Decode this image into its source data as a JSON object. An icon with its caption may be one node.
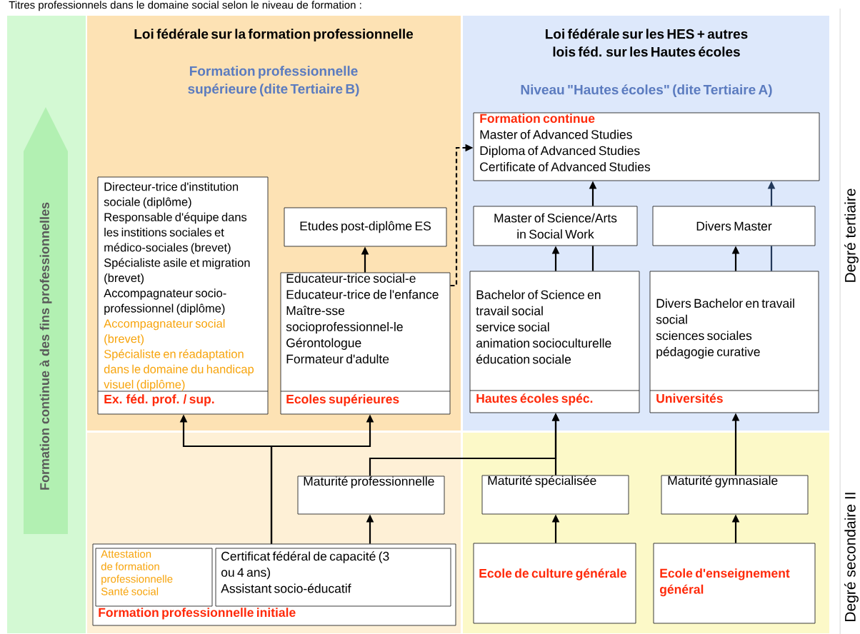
{
  "diagram": {
    "title": "Titres professionnels dans le domaine social selon le niveau de formation :",
    "nodes": [
      {
        "text": [
          "Loi fédérale sur la formation professionnelle",
          "Formation professionnelle supérieure (dite Tertiaire B)"
        ]
      },
      {
        "text": [
          "Loi fédérale sur les HES + autres lois féd. sur les Hautes écoles",
          "Niveau \"Hautes écoles\" (dite Tertiaire A)"
        ]
      },
      {
        "text": [
          "Formation continue à des fins professionnelles"
        ]
      },
      {
        "text": [
          "Directeur-trice d'institution sociale (diplôme)",
          "Responsable d'équipe dans les institions sociales et médico-sociales (brevet)",
          "Spécialiste asile et migration (brevet)",
          "Accompagnateur socio-professionnel (diplôme)",
          "Accompagnateur social (brevet)",
          "Spécialiste en réadaptation dans le domaine du handicap visuel (diplôme)",
          "Ex. féd. prof. / sup."
        ],
        "in": 0
      },
      {
        "text": [
          "Etudes post-diplôme ES"
        ],
        "in": 0
      },
      {
        "text": [
          "Educateur-trice social-e",
          "Educateur-trice de l'enfance",
          "Maître-sse socioprofessionnel-le",
          "Gérontologue",
          "Formateur d'adulte",
          "Ecoles supérieures"
        ],
        "in": 0
      },
      {
        "text": [
          "Formation continue",
          "Master of Advanced Studies",
          "Diploma of Advanced Studies",
          "Certificate of Advanced Studies"
        ],
        "in": 1
      },
      {
        "text": [
          "Master of Science/Arts in Social Work"
        ],
        "in": 1
      },
      {
        "text": [
          "Divers Master"
        ],
        "in": 1
      },
      {
        "text": [
          "Bachelor of Science en travail social",
          "service social",
          "animation socioculturelle",
          "éducation sociale",
          "Hautes écoles spéc."
        ],
        "in": 1
      },
      {
        "text": [
          "Divers Bachelor en travail social",
          "sciences sociales",
          "pédagogie curative",
          "Universités"
        ],
        "in": 1
      },
      {
        "text": [
          "Maturité professionnelle"
        ]
      },
      {
        "text": [
          "Maturité spécialisée"
        ]
      },
      {
        "text": [
          "Maturité gymnasiale"
        ]
      },
      {
        "text": [
          "Formation professionnelle initiale"
        ]
      },
      {
        "text": [
          "Attestation de formation professionnelle",
          "Santé social"
        ],
        "in": 14
      },
      {
        "text": [
          "Certificat fédéral de capacité (3 ou 4 ans)",
          "Assistant socio-éducatif"
        ],
        "in": 14
      },
      {
        "text": [
          "Ecole de culture générale"
        ]
      },
      {
        "text": [
          "Ecole d'enseignement général"
        ]
      }
    ],
    "edges": [
      {
        "from": 14,
        "to": 3,
        "arrow": "to"
      },
      {
        "from": 14,
        "to": 5,
        "arrow": "to"
      },
      {
        "from": 14,
        "to": 11,
        "arrow": "to"
      },
      {
        "from": 11,
        "to": 9,
        "arrow": "to"
      },
      {
        "from": 12,
        "to": 9,
        "arrow": "to"
      },
      {
        "from": 13,
        "to": 10,
        "arrow": "to"
      },
      {
        "from": 17,
        "to": 12,
        "arrow": "to"
      },
      {
        "from": 18,
        "to": 13,
        "arrow": "to"
      },
      {
        "from": 5,
        "to": 4,
        "arrow": "to"
      },
      {
        "from": 5,
        "to": 6,
        "arrow": "to",
        "style": "dashed"
      },
      {
        "from": 9,
        "to": 7,
        "arrow": "to"
      },
      {
        "from": 9,
        "to": 7,
        "arrow": "none"
      },
      {
        "from": 7,
        "to": 6,
        "arrow": "to"
      },
      {
        "from": 10,
        "to": 8,
        "arrow": "to"
      },
      {
        "from": 10,
        "to": 8,
        "arrow": "none",
        "color": "#23395b"
      },
      {
        "from": 8,
        "to": 6,
        "arrow": "to",
        "color": "#23395b"
      }
    ],
    "labels": [
      "Degré tertiaire",
      "Degré secondaire II"
    ]
  }
}
